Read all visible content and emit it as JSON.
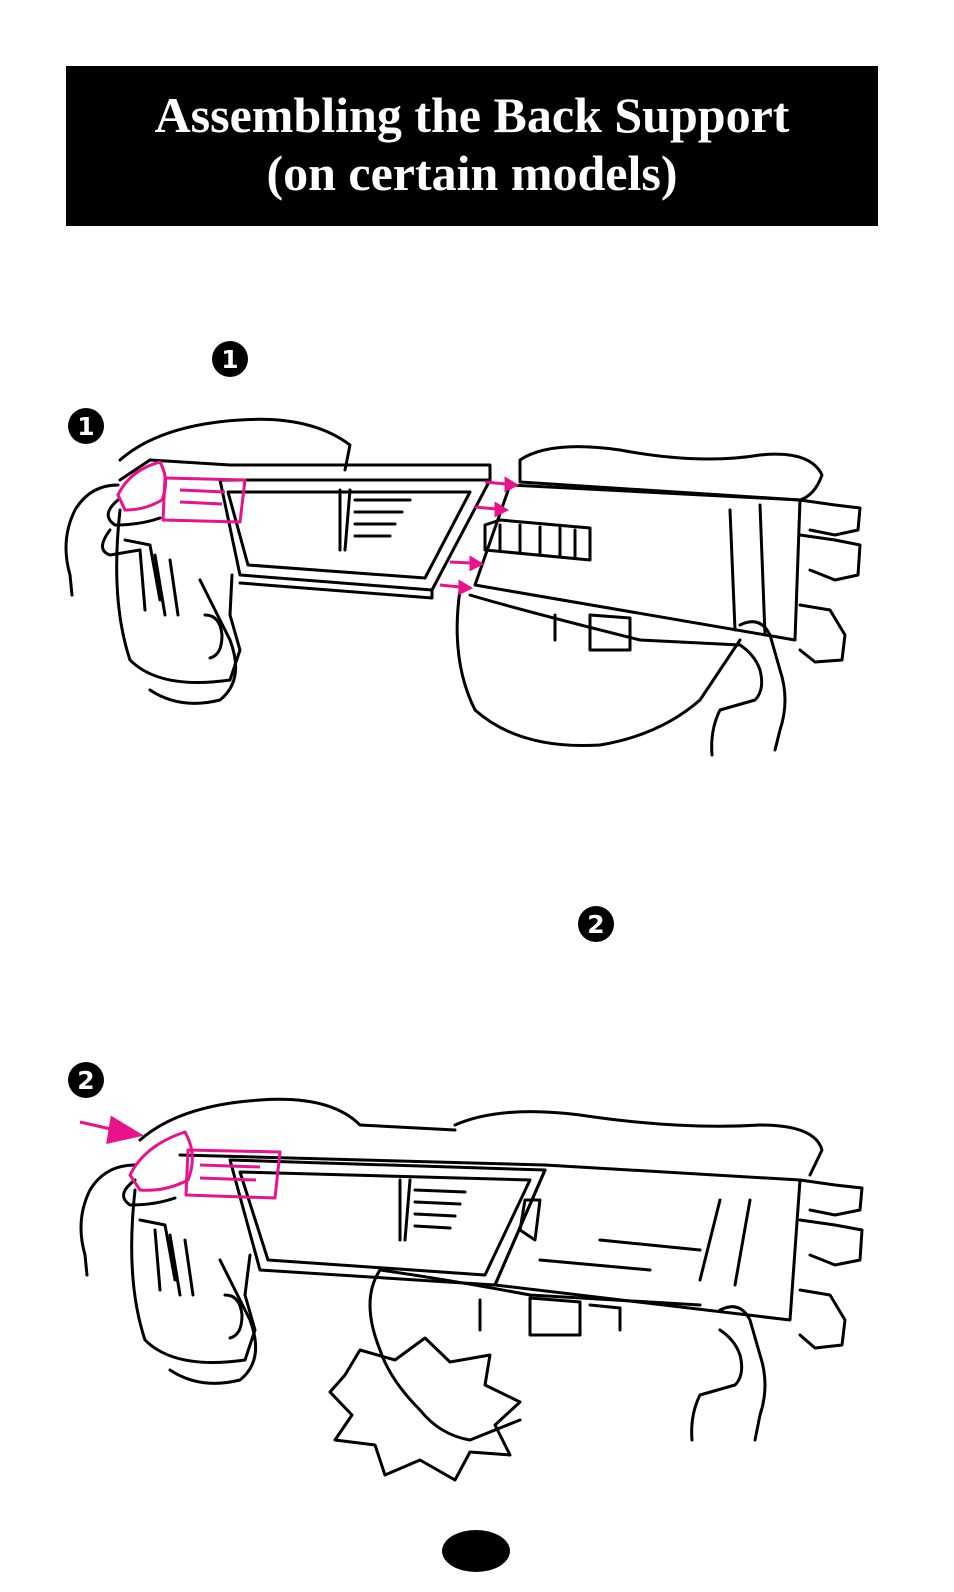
{
  "header": {
    "title_line1": "Assembling the Back Support",
    "title_line2": "(on certain models)"
  },
  "steps": {
    "step1_text_ref": "1",
    "step1_figure": "1",
    "step2_text_ref": "2",
    "step2_figure": "2"
  },
  "colors": {
    "accent": "#e8128c",
    "ink": "#000000",
    "paper": "#ffffff"
  },
  "icons": {
    "illustration1": "hands-sliding-back-support-onto-seat",
    "illustration2": "pressing-back-support-until-click",
    "page-marker": "black-oval"
  }
}
